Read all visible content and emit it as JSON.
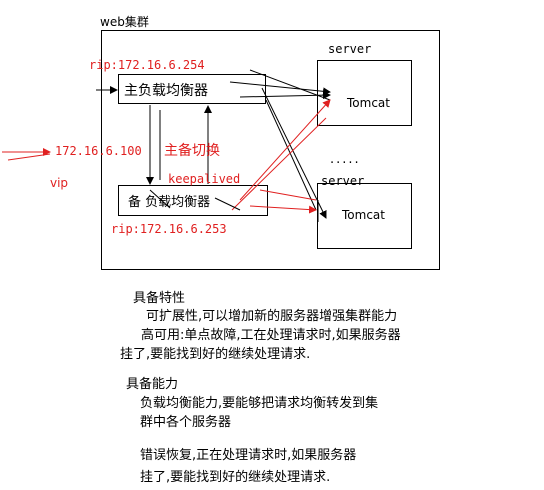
{
  "cluster": {
    "title": "web集群",
    "primary_rip": "rip:172.16.6.254",
    "primary_lb": "主负载均衡器",
    "backup_lb": "备 负载均衡器",
    "backup_rip": "rip:172.16.6.253",
    "failover": "主备切换",
    "keepalived": "keepalived",
    "vip_ip": "172.16.6.100",
    "vip": "vip",
    "server1_label": "server",
    "server1_app": "Tomcat",
    "server2_label": "server",
    "server2_app": "Tomcat",
    "dots": "....."
  },
  "notes": {
    "features_title": "具备特性",
    "features_1": "可扩展性,可以增加新的服务器增强集群能力",
    "features_2": "高可用:单点故障,工在处理请求时,如果服务器",
    "features_3": "挂了,要能找到好的继续处理请求.",
    "ability_title": "具备能力",
    "ability_1": "负载均衡能力,要能够把请求均衡转发到集",
    "ability_2": "群中各个服务器",
    "ability_3": "错误恢复,正在处理请求时,如果服务器",
    "ability_4": "挂了,要能找到好的继续处理请求."
  },
  "colors": {
    "accent": "#e02020",
    "line": "#000000"
  }
}
